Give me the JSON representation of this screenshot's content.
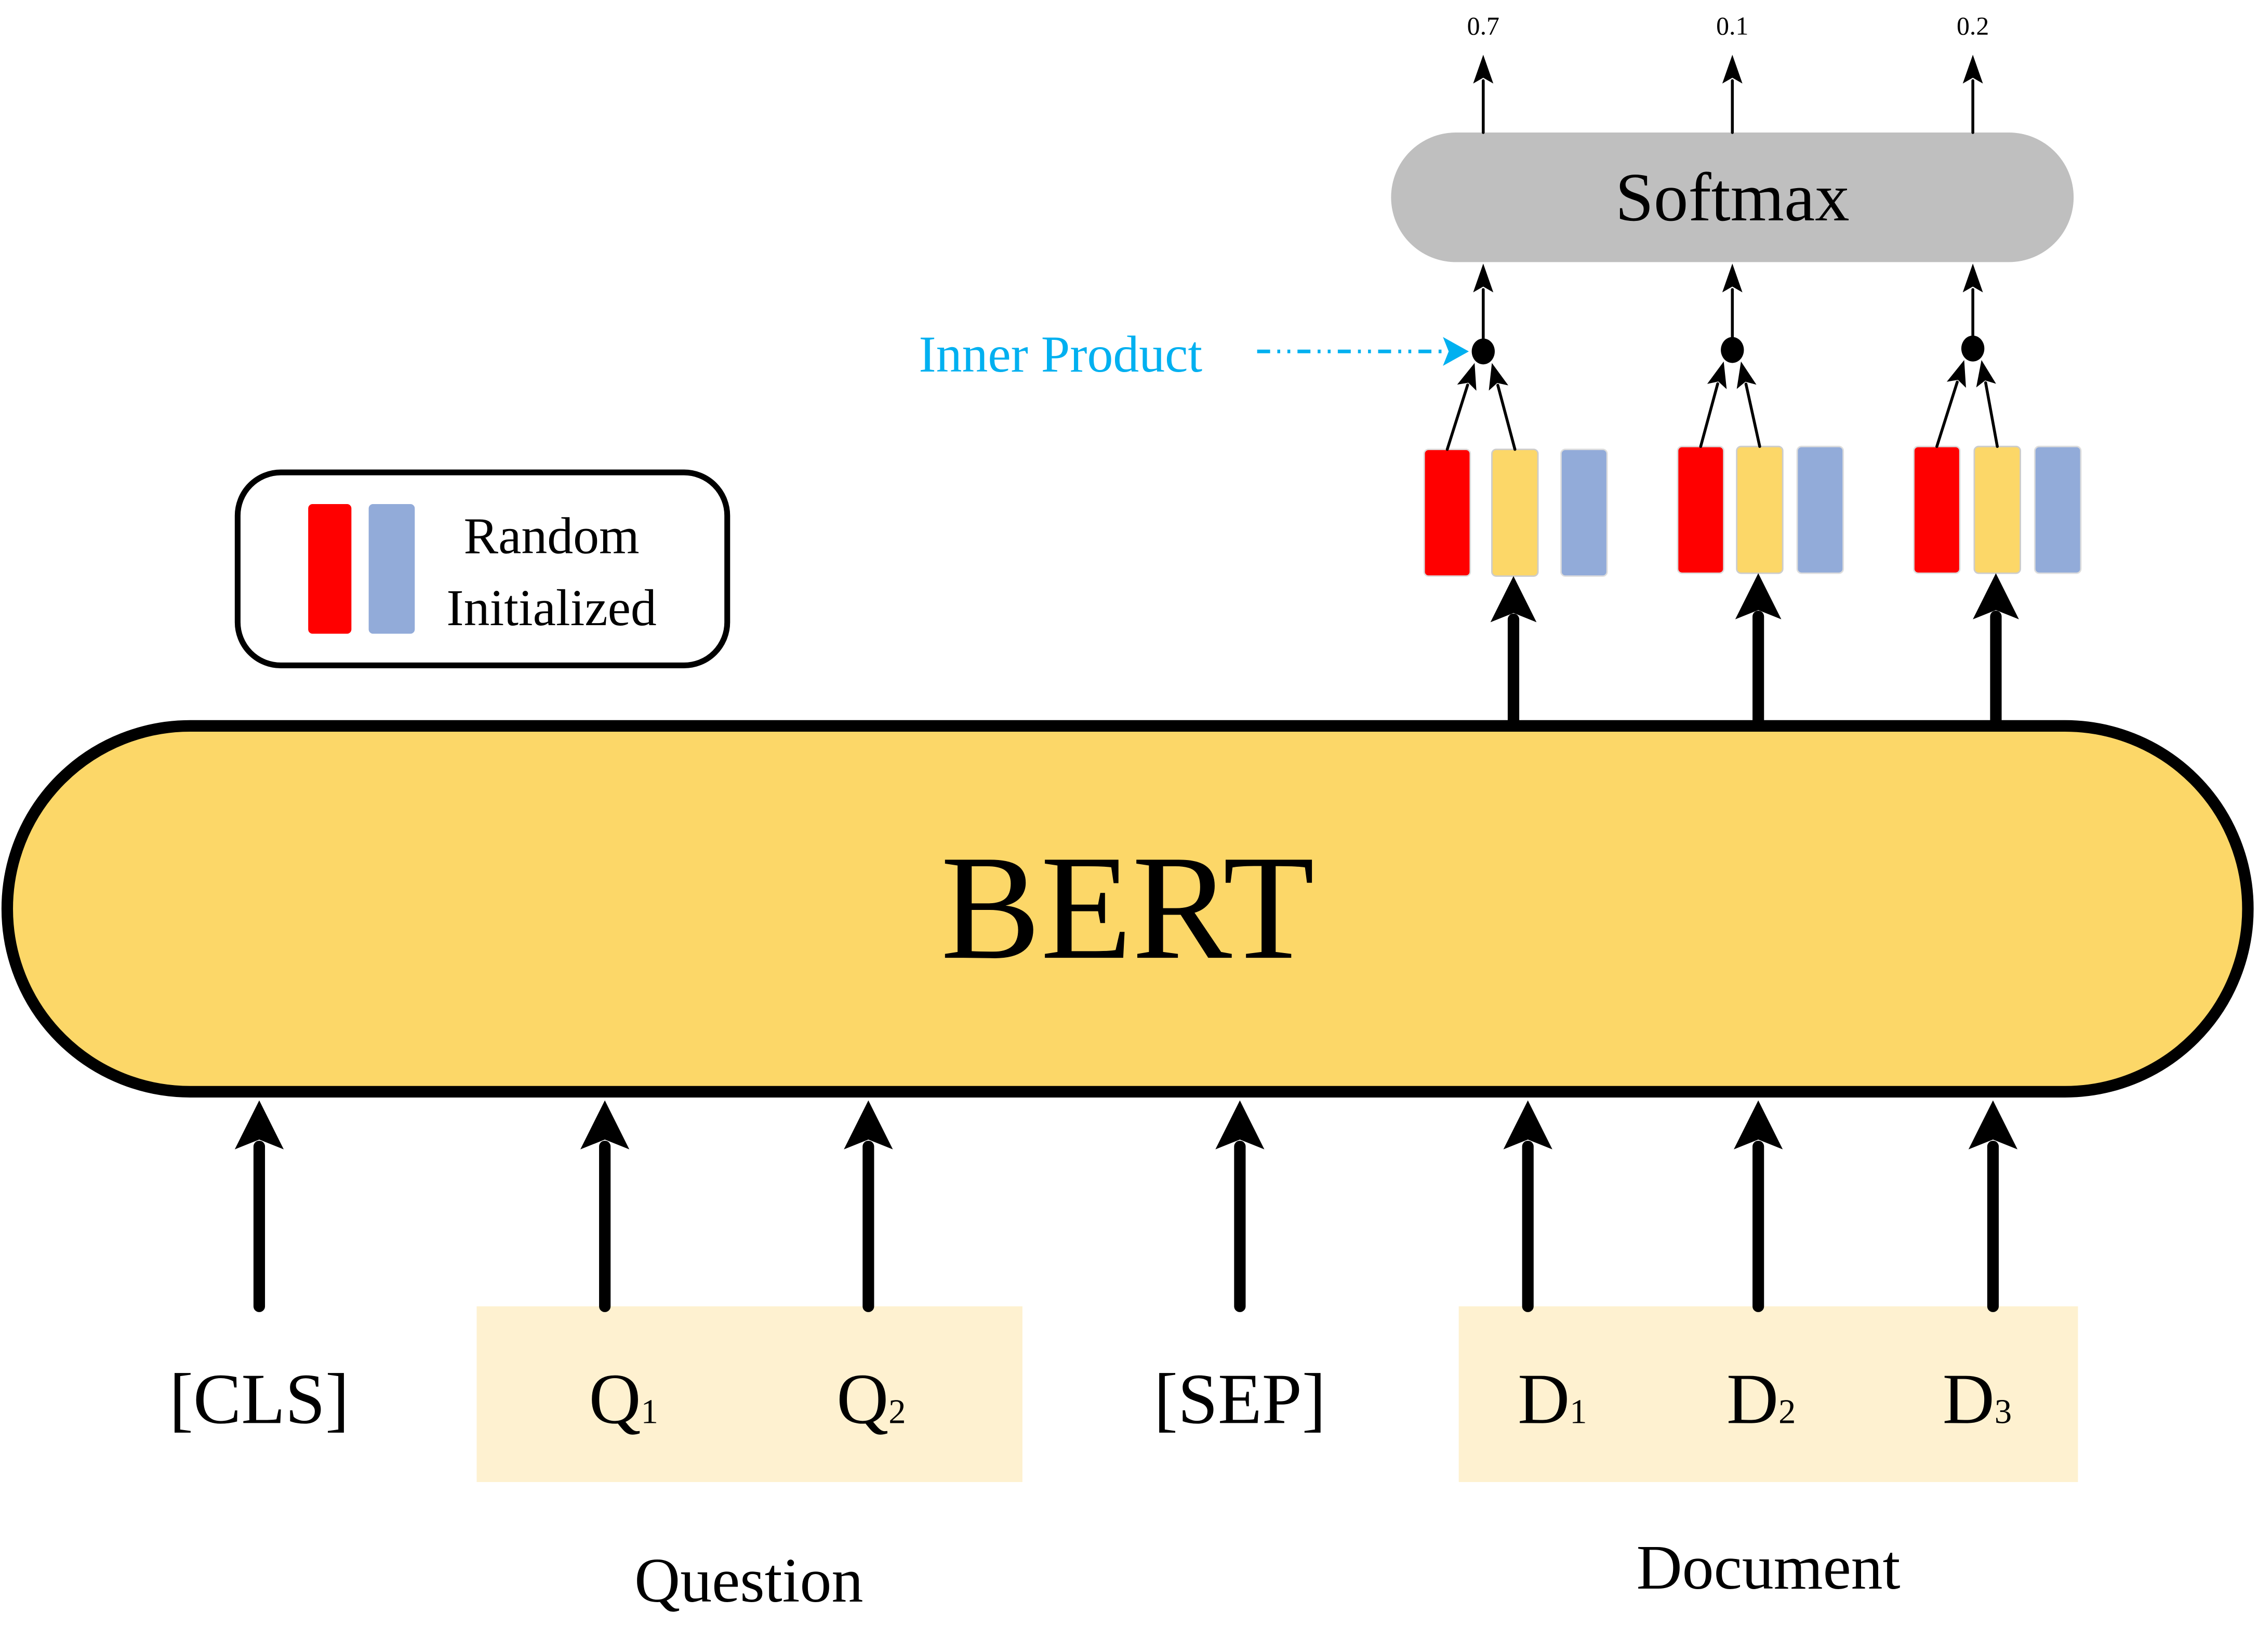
{
  "model": {
    "label": "BERT"
  },
  "softmax": {
    "label": "Softmax"
  },
  "outputs": [
    "0.7",
    "0.1",
    "0.2"
  ],
  "inner_product": {
    "label": "Inner Product",
    "color": "#00b0f0"
  },
  "legend": {
    "line1": "Random",
    "line2": "Initialized"
  },
  "inputs": [
    {
      "base": "[CLS]",
      "sub": ""
    },
    {
      "base": "Q",
      "sub": "1"
    },
    {
      "base": "Q",
      "sub": "2"
    },
    {
      "base": "[SEP]",
      "sub": ""
    },
    {
      "base": "D",
      "sub": "1"
    },
    {
      "base": "D",
      "sub": "2"
    },
    {
      "base": "D",
      "sub": "3"
    }
  ],
  "groups": {
    "question": "Question",
    "document": "Document"
  },
  "colors": {
    "bert_fill": "#fcd768",
    "softmax_fill": "#bfbfbf",
    "red_vector": "#ff0000",
    "yellow_vector": "#fcd768",
    "blue_vector": "#92abd9",
    "group_bg": "#fef1d0"
  }
}
